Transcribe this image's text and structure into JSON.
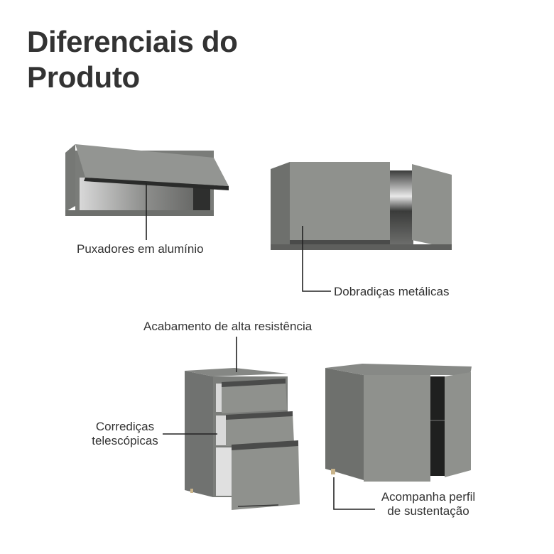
{
  "title": {
    "line1": "Diferenciais do",
    "line2": "Produto"
  },
  "features": [
    {
      "label": "Puxadores em alumínio",
      "target": "wall-cabinet-lift-door"
    },
    {
      "label": "Dobradiças metálicas",
      "target": "wall-cabinet-two-doors"
    },
    {
      "label": "Acabamento de alta resistência",
      "target": "drawer-unit-top"
    },
    {
      "label_line1": "Corrediças",
      "label_line2": "telescópicas",
      "target": "drawer-slides"
    },
    {
      "label_line1": "Acompanha perfil",
      "label_line2": "de sustentação",
      "target": "base-cabinet-foot"
    }
  ],
  "colors": {
    "text": "#333333",
    "cabinet_front": "#8f918d",
    "cabinet_side": "#6f716e",
    "cabinet_dark": "#3a3b3a",
    "interior_light": "#cfcfcf",
    "leader_line": "#222222"
  }
}
